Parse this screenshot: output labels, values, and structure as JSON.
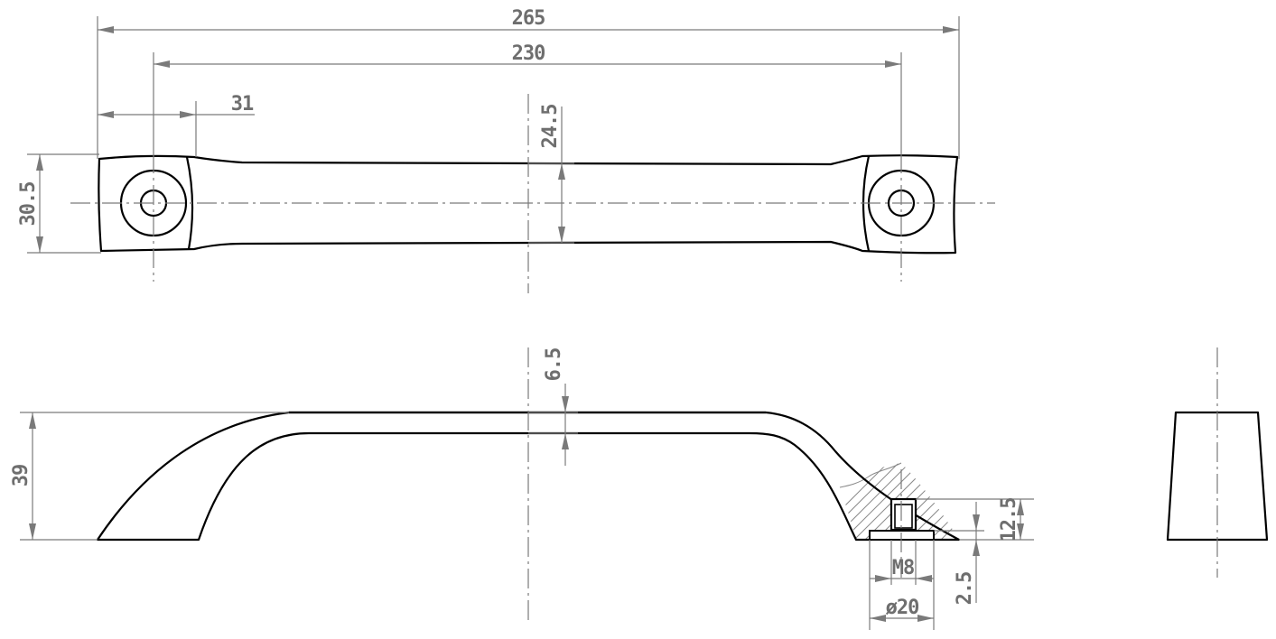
{
  "drawing": {
    "dimensions": {
      "overall_length": "265",
      "hole_spacing": "230",
      "end_length": "31",
      "mid_width": "24.5",
      "end_width": "30.5",
      "thickness": "6.5",
      "height": "39",
      "insert_depth": "12.5",
      "base_step": "2.5",
      "thread": "M8",
      "base_diameter": "ø20"
    }
  }
}
